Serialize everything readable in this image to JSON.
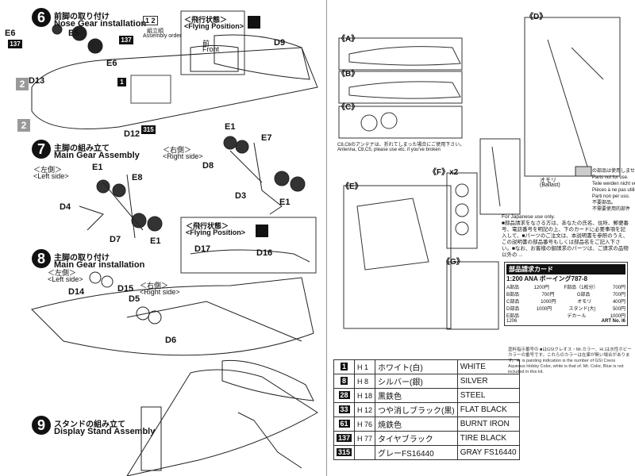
{
  "step6": {
    "num": "6",
    "jp": "前脚の取り付け",
    "en": "Nose Gear installation",
    "order_label": "1 2",
    "order_jp": "組立順",
    "order_en": "Assembly order"
  },
  "flying1": {
    "jp": "＜飛行状態＞",
    "en": "<Flying Position>",
    "front_jp": "前",
    "front_en": "Front",
    "part": "D9"
  },
  "step6_parts": [
    "E6",
    "E5",
    "E6",
    "D13",
    "D12",
    "137",
    "137",
    "1",
    "315"
  ],
  "step7": {
    "num": "7",
    "jp": "主脚の組み立て",
    "en": "Main Gear Assembly",
    "left_jp": "＜左側＞",
    "left_en": "<Left side>",
    "right_jp": "＜右側＞",
    "right_en": "<Right side>"
  },
  "step7_parts": [
    "E1",
    "E8",
    "D4",
    "D7",
    "E1",
    "E1",
    "E7",
    "D8",
    "D3",
    "E1"
  ],
  "step8": {
    "num": "8",
    "jp": "主脚の取り付け",
    "en": "Main Gear installation",
    "left_jp": "＜左側＞",
    "left_en": "<Left side>",
    "right_jp": "＜右側＞",
    "right_en": "<Right side>"
  },
  "flying2": {
    "jp": "＜飛行状態＞",
    "en": "<Flying Position>",
    "p1": "D17",
    "p2": "D16"
  },
  "step8_parts": [
    "D14",
    "D15",
    "D5",
    "D6"
  ],
  "step9": {
    "num": "9",
    "jp": "スタンドの組み立て",
    "en": "Display Stand Assembly"
  },
  "sprues": {
    "A": "《A》",
    "B": "《B》",
    "C": "《C》",
    "D": "《D》",
    "E": "《E》",
    "F": "《F》x2",
    "G": "《G》"
  },
  "sprue_c_note": "C8,C6のアンテナは、折れてしまった場合にご使用下さい。\nAntenna, C8,C5, please use etc. if you've broken",
  "weight": {
    "jp": "オモリ",
    "en": "(Ballast)"
  },
  "unused": {
    "jp1": "の部品は使用しません。",
    "en1": "Parts not for use.",
    "fr": "Teile werden nicht verwendet.",
    "fr2": "Pièces à ne pas utiliser.",
    "it": "Parti non per uso.",
    "cn1": "不要部品。",
    "cn2": "不需要使用的部件"
  },
  "jp_use": {
    "head": "For Japanese use only.",
    "body": "■部品請求をなさる方は、あなたの氏名、住所、郵便番号、電話番号を明記の上、下のカードに必要事項を記入して、■パーツのご注文は、本説明書を参照のうえ、この説明書の部品番号もしくは部品名をご記入下さい。■なお、お客様の御請求のパーツは、ご請求の品物以外の ..."
  },
  "order_card": {
    "title": "部品請求カード",
    "kit": "1:200 ANA ボーイング787-8",
    "rows": [
      [
        "A部品",
        "F部品（1枚分）",
        "700円"
      ],
      [
        "B部品",
        "G部品",
        "700円"
      ],
      [
        "C部品",
        "オモリ",
        "400円"
      ],
      [
        "D部品",
        "スタンド(大)",
        "500円"
      ],
      [
        "E部品",
        "デカール",
        "1000円"
      ]
    ],
    "prices": [
      "1200円",
      "700円",
      "1000円",
      "1000円"
    ],
    "code": "ART No. I6",
    "sub": "1206"
  },
  "colors": [
    {
      "code": "1",
      "h": "H 1",
      "jp": "ホワイト(白)",
      "en": "WHITE"
    },
    {
      "code": "8",
      "h": "H 8",
      "jp": "シルバー(銀)",
      "en": "SILVER"
    },
    {
      "code": "28",
      "h": "H 18",
      "jp": "黒鉄色",
      "en": "STEEL"
    },
    {
      "code": "33",
      "h": "H 12",
      "jp": "つや消しブラック(黒)",
      "en": "FLAT BLACK"
    },
    {
      "code": "61",
      "h": "H 76",
      "jp": "焼鉄色",
      "en": "BURNT IRON"
    },
    {
      "code": "137",
      "h": "H 77",
      "jp": "タイヤブラック",
      "en": "TIRE BLACK"
    },
    {
      "code": "315",
      "h": "",
      "jp": "グレーFS16440",
      "en": "GRAY FS16440"
    }
  ],
  "paint_notes": "塗料指示番号の ■はGSIクレオス・Mr.カラー、H□は水性ホビーカラーの番号です。これらのカラーは在庫が無い場合があります。H: is painting indication is the number of GSI Creos Aqueous Hobby Color, white is that of. Mr. Color, Blue is not included in this kit."
}
